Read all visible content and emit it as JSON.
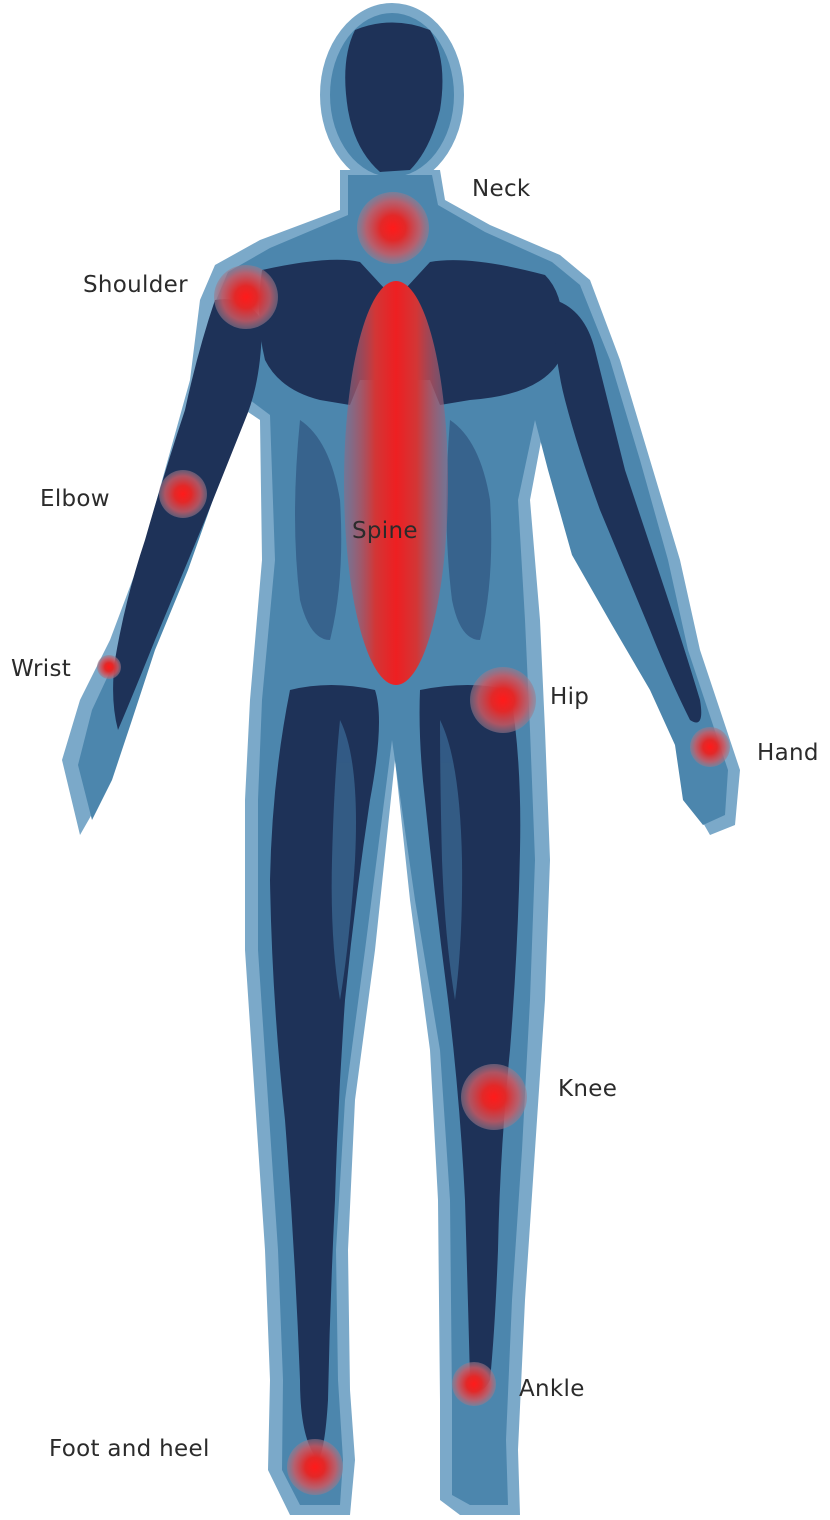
{
  "labels": {
    "neck": "Neck",
    "shoulder": "Shoulder",
    "elbow": "Elbow",
    "spine": "Spine",
    "wrist": "Wrist",
    "hip": "Hip",
    "hand": "Hand",
    "knee": "Knee",
    "ankle": "Ankle",
    "foot_and_heel": "Foot and heel"
  },
  "colors": {
    "outer_body": "#7ba9c9",
    "mid_body": "#4c86ad",
    "inner_body": "#1e3258",
    "muscle_mid": "#355f8a",
    "pain_red": "#e8202a",
    "label_text": "#2b2b2b"
  }
}
